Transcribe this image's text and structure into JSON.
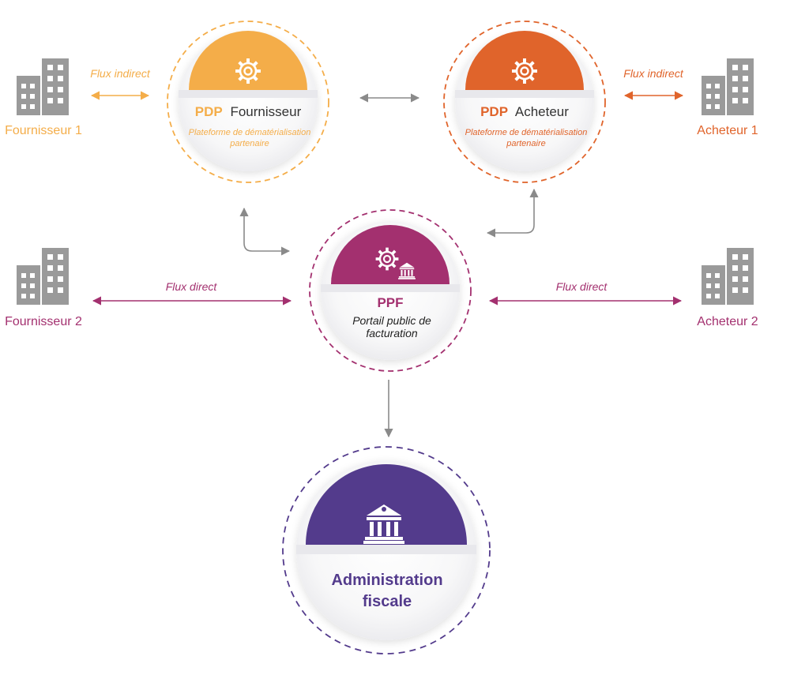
{
  "colors": {
    "pdp_fournisseur": "#f4ad49",
    "pdp_acheteur": "#e0642b",
    "ppf": "#a3306f",
    "admin": "#533b8c",
    "building": "#9a9a9a",
    "connector": "#8a8a8a"
  },
  "nodes": {
    "pdp_fournisseur": {
      "acronym": "PDP",
      "name": "Fournisseur",
      "subtitle_line1": "Plateforme de dématérialisation",
      "subtitle_line2": "partenaire",
      "icon": "gear-icon"
    },
    "pdp_acheteur": {
      "acronym": "PDP",
      "name": "Acheteur",
      "subtitle_line1": "Plateforme de dématérialisation",
      "subtitle_line2": "partenaire",
      "icon": "gear-icon"
    },
    "ppf": {
      "acronym": "PPF",
      "subtitle_line1": "Portail public de",
      "subtitle_line2": "facturation",
      "icon": "gear-bank-icon"
    },
    "admin": {
      "title_line1": "Administration",
      "title_line2": "fiscale",
      "icon": "bank-icon"
    }
  },
  "entities": {
    "fournisseur1": "Fournisseur 1",
    "acheteur1": "Acheteur 1",
    "fournisseur2": "Fournisseur 2",
    "acheteur2": "Acheteur 2"
  },
  "flows": {
    "indirect_left": "Flux indirect",
    "indirect_right": "Flux indirect",
    "direct_left": "Flux direct",
    "direct_right": "Flux direct"
  }
}
